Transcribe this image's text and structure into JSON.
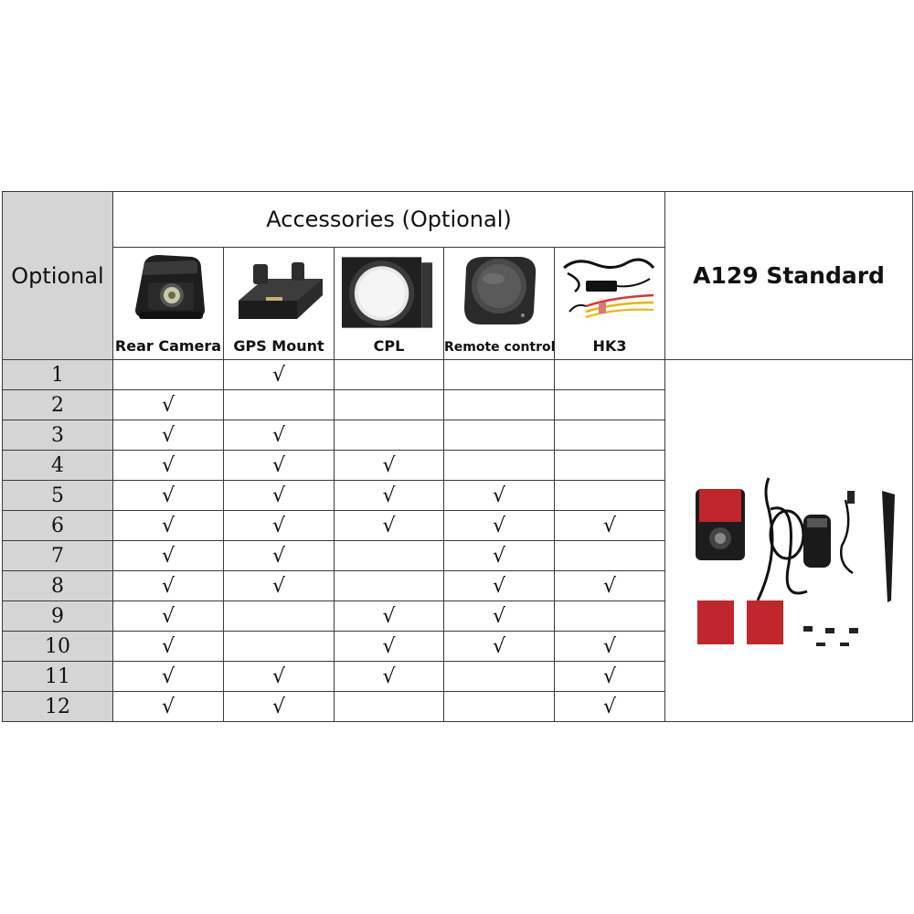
{
  "header": {
    "accessories_title": "Accessories (Optional)",
    "optional_label": "Optional",
    "standard_label": "A129 Standard"
  },
  "accessories": [
    {
      "label": "Rear Camera",
      "icon": "rear-camera-icon"
    },
    {
      "label": "GPS Mount",
      "icon": "gps-mount-icon"
    },
    {
      "label": "CPL",
      "icon": "cpl-filter-icon"
    },
    {
      "label": "Remote control",
      "icon": "remote-control-icon"
    },
    {
      "label": "HK3",
      "icon": "hk3-cable-icon"
    }
  ],
  "check_mark": "√",
  "rows": [
    {
      "num": "1",
      "checks": [
        false,
        true,
        false,
        false,
        false
      ]
    },
    {
      "num": "2",
      "checks": [
        true,
        false,
        false,
        false,
        false
      ]
    },
    {
      "num": "3",
      "checks": [
        true,
        true,
        false,
        false,
        false
      ]
    },
    {
      "num": "4",
      "checks": [
        true,
        true,
        true,
        false,
        false
      ]
    },
    {
      "num": "5",
      "checks": [
        true,
        true,
        true,
        true,
        false
      ]
    },
    {
      "num": "6",
      "checks": [
        true,
        true,
        true,
        true,
        true
      ]
    },
    {
      "num": "7",
      "checks": [
        true,
        true,
        false,
        true,
        false
      ]
    },
    {
      "num": "8",
      "checks": [
        true,
        true,
        false,
        true,
        true
      ]
    },
    {
      "num": "9",
      "checks": [
        true,
        false,
        true,
        true,
        false
      ]
    },
    {
      "num": "10",
      "checks": [
        true,
        false,
        true,
        true,
        true
      ]
    },
    {
      "num": "11",
      "checks": [
        true,
        true,
        true,
        false,
        true
      ]
    },
    {
      "num": "12",
      "checks": [
        true,
        true,
        false,
        false,
        true
      ]
    }
  ],
  "colors": {
    "header_gray": "#d5d5d5",
    "border": "#3a3a3a"
  }
}
